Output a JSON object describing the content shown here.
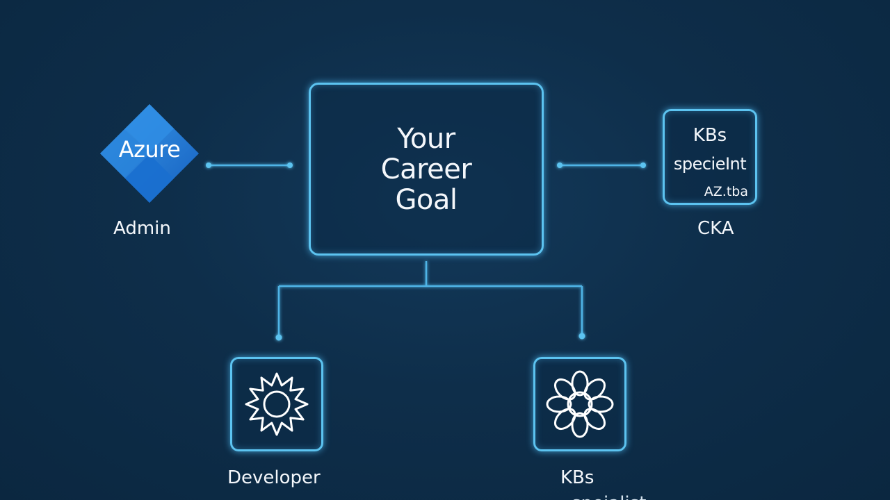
{
  "center": {
    "title": "Your\nCareer\nGoal"
  },
  "left_node": {
    "logo_text": "Azure",
    "label": "Admin"
  },
  "right_node": {
    "line1": "KBs",
    "line2": "specieInt",
    "line3": "AZ.tba",
    "label": "CKA"
  },
  "bottom_left_node": {
    "icon": "gear-sun-icon",
    "label": "Developer"
  },
  "bottom_right_node": {
    "icon": "flower-icon",
    "label": "KBs",
    "sublabel": "speialist"
  },
  "colors": {
    "background": "#0d2b45",
    "accent": "#5cc3f0",
    "azure_blue": "#1f78d1"
  }
}
